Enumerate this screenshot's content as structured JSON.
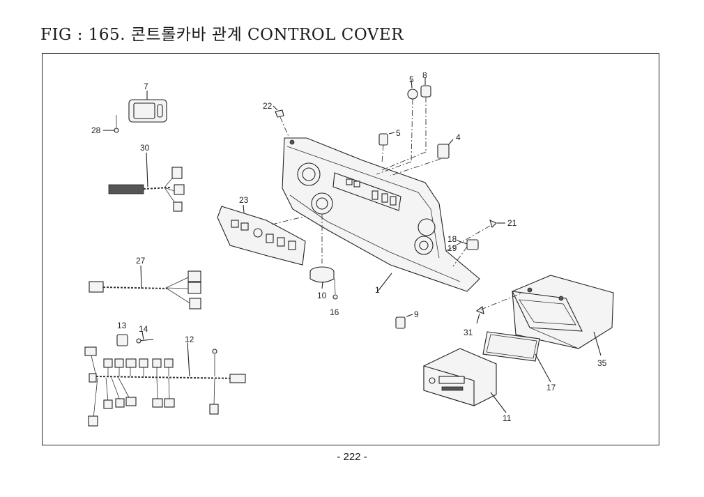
{
  "title": "FIG : 165. 콘트롤카바 관계 CONTROL COVER",
  "page_number": "- 222 -",
  "part_labels": [
    {
      "id": "p1",
      "text": "1"
    },
    {
      "id": "p4",
      "text": "4"
    },
    {
      "id": "p5a",
      "text": "5"
    },
    {
      "id": "p5b",
      "text": "5"
    },
    {
      "id": "p7",
      "text": "7"
    },
    {
      "id": "p8",
      "text": "8"
    },
    {
      "id": "p9",
      "text": "9"
    },
    {
      "id": "p10",
      "text": "10"
    },
    {
      "id": "p11",
      "text": "11"
    },
    {
      "id": "p12",
      "text": "12"
    },
    {
      "id": "p13",
      "text": "13"
    },
    {
      "id": "p14",
      "text": "14"
    },
    {
      "id": "p16",
      "text": "16"
    },
    {
      "id": "p17",
      "text": "17"
    },
    {
      "id": "p18",
      "text": "18"
    },
    {
      "id": "p19",
      "text": "19"
    },
    {
      "id": "p21",
      "text": "21"
    },
    {
      "id": "p22",
      "text": "22"
    },
    {
      "id": "p23",
      "text": "23"
    },
    {
      "id": "p27",
      "text": "27"
    },
    {
      "id": "p28",
      "text": "28"
    },
    {
      "id": "p30",
      "text": "30"
    },
    {
      "id": "p31",
      "text": "31"
    },
    {
      "id": "p35",
      "text": "35"
    }
  ]
}
